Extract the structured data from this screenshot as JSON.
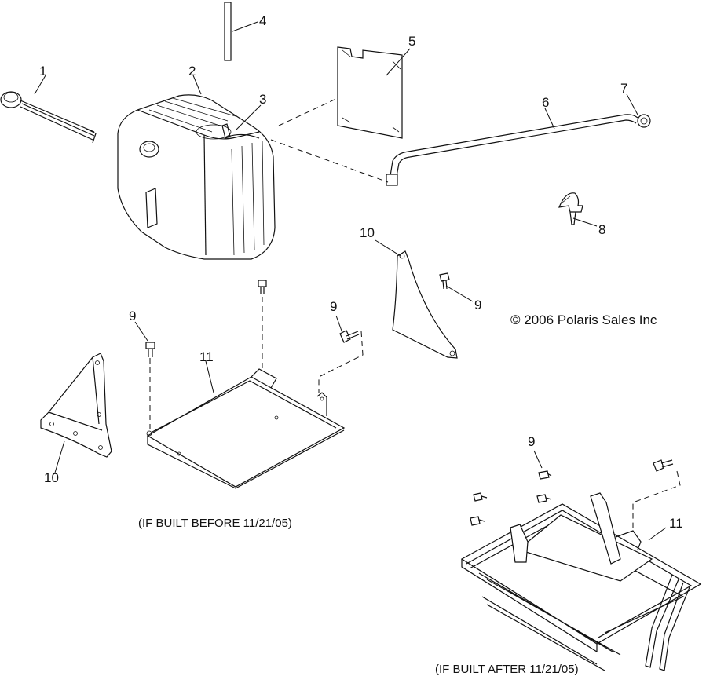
{
  "copyright": "© 2006 Polaris Sales Inc",
  "captions": {
    "before": "(IF BUILT BEFORE 11/21/05)",
    "after": "(IF BUILT AFTER 11/21/05)"
  },
  "callouts": {
    "c1": "1",
    "c2": "2",
    "c3": "3",
    "c4": "4",
    "c5": "5",
    "c6": "6",
    "c7": "7",
    "c8": "8",
    "c9a": "9",
    "c9b": "9",
    "c9c": "9",
    "c9d": "9",
    "c10a": "10",
    "c10b": "10",
    "c11a": "11",
    "c11b": "11"
  }
}
